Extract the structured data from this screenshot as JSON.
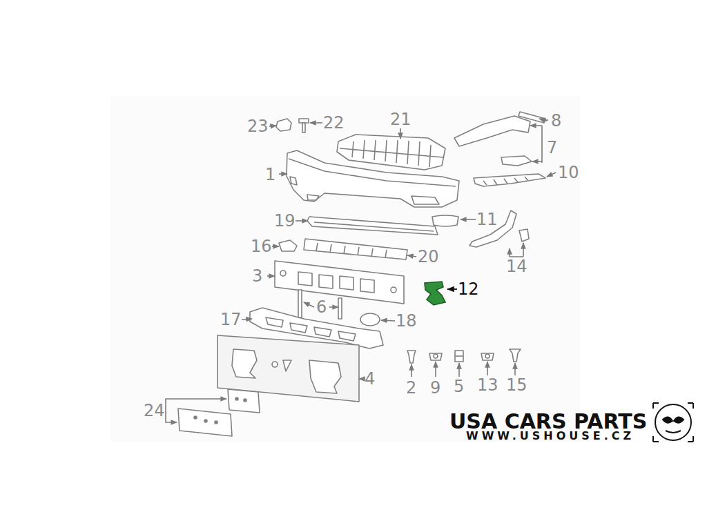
{
  "diagram": {
    "labels": [
      "23",
      "22",
      "21",
      "8",
      "7",
      "1",
      "10",
      "19",
      "11",
      "16",
      "20",
      "14",
      "3",
      "12",
      "6",
      "17",
      "18",
      "4",
      "2",
      "9",
      "5",
      "13",
      "15",
      "24",
      "USA CARS PARTS",
      "WWW.USHOUSE.CZ"
    ]
  }
}
